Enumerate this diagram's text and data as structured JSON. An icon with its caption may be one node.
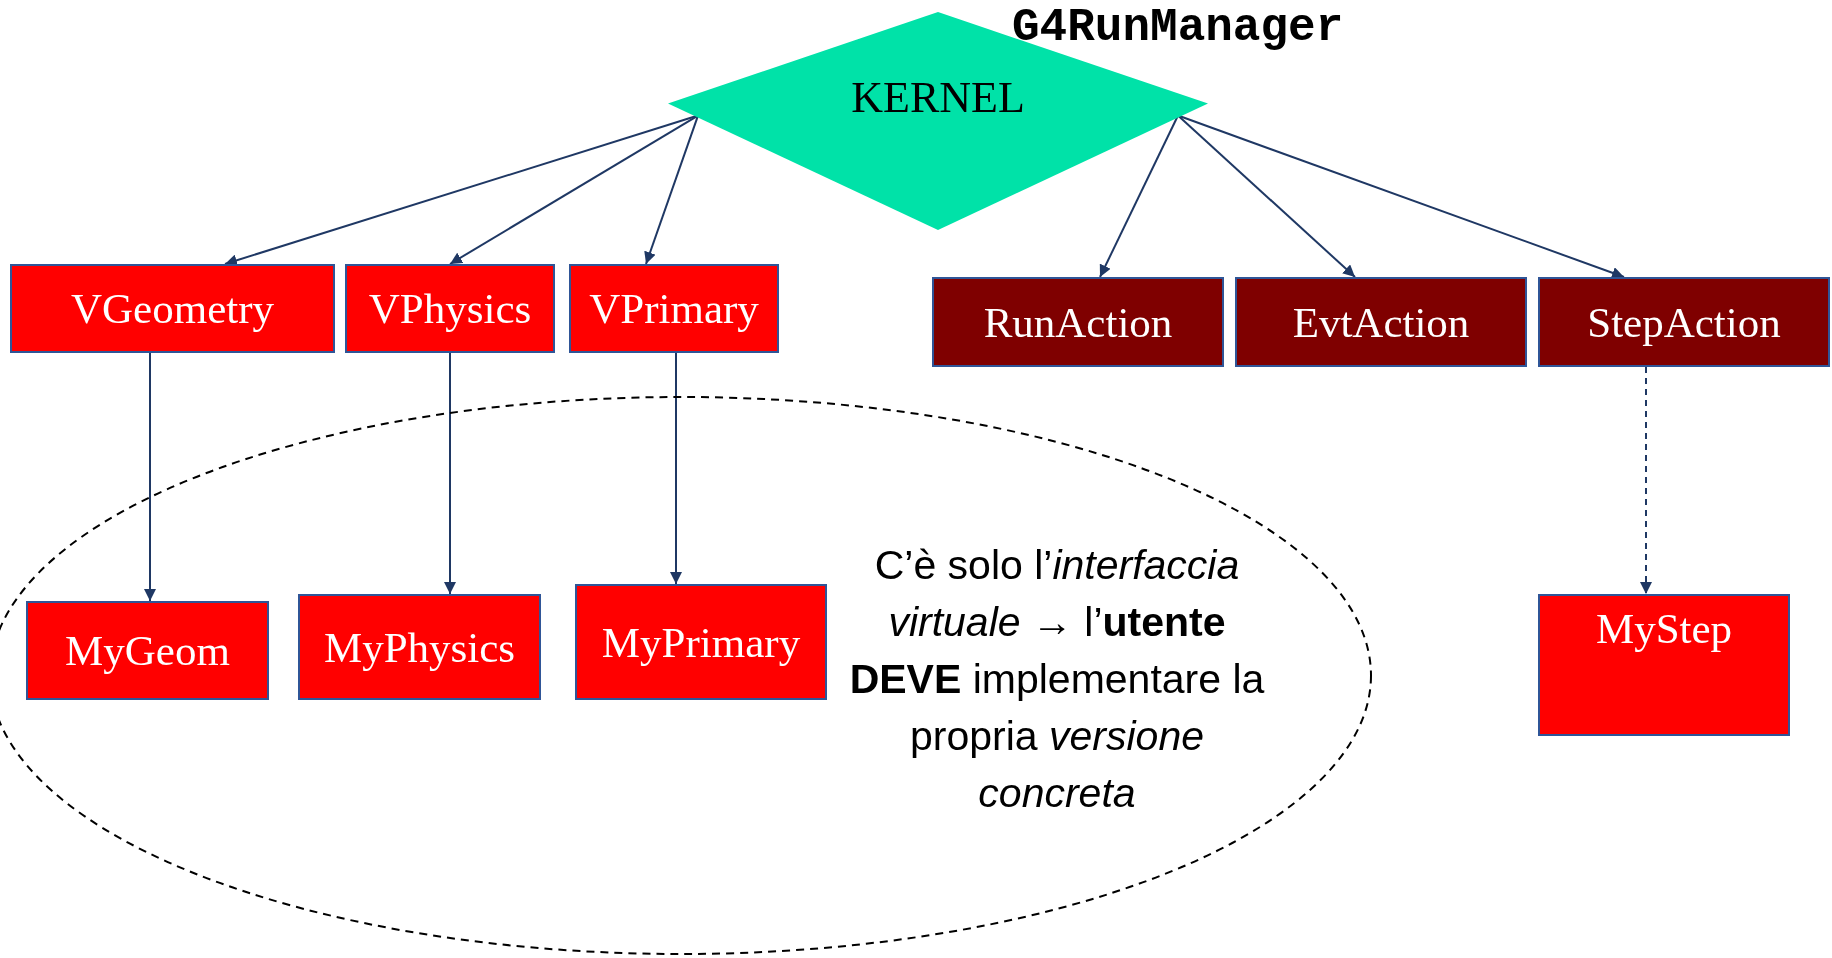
{
  "diagram": {
    "nodes": [
      {
        "text": [
          "KERNEL"
        ],
        "beside": [
          "G4RunManager"
        ]
      },
      {
        "text": [
          "VGeometry"
        ]
      },
      {
        "text": [
          "VPhysics"
        ]
      },
      {
        "text": [
          "VPrimary"
        ]
      },
      {
        "text": [
          "RunAction"
        ]
      },
      {
        "text": [
          "EvtAction"
        ]
      },
      {
        "text": [
          "StepAction"
        ]
      },
      {
        "text": [
          "C’è solo l’*interfaccia virtuale* → l’**utente DEVE** implementare la propria *versione concreta*"
        ]
      },
      {
        "text": [
          "MyGeom"
        ],
        "in": 7
      },
      {
        "text": [
          "MyPhysics"
        ],
        "in": 7
      },
      {
        "text": [
          "MyPrimary"
        ],
        "in": 7
      },
      {
        "text": [
          "MyStep"
        ]
      }
    ],
    "edges": [
      {
        "from": 0,
        "to": 1,
        "arrow": "to"
      },
      {
        "from": 0,
        "to": 2,
        "arrow": "to"
      },
      {
        "from": 0,
        "to": 3,
        "arrow": "to"
      },
      {
        "from": 0,
        "to": 4,
        "arrow": "to"
      },
      {
        "from": 0,
        "to": 5,
        "arrow": "to"
      },
      {
        "from": 0,
        "to": 6,
        "arrow": "to"
      },
      {
        "from": 1,
        "to": 8,
        "arrow": "to"
      },
      {
        "from": 2,
        "to": 9,
        "arrow": "to"
      },
      {
        "from": 3,
        "to": 10,
        "arrow": "to"
      },
      {
        "from": 6,
        "to": 11,
        "arrow": "to",
        "style": "dashed"
      }
    ]
  }
}
